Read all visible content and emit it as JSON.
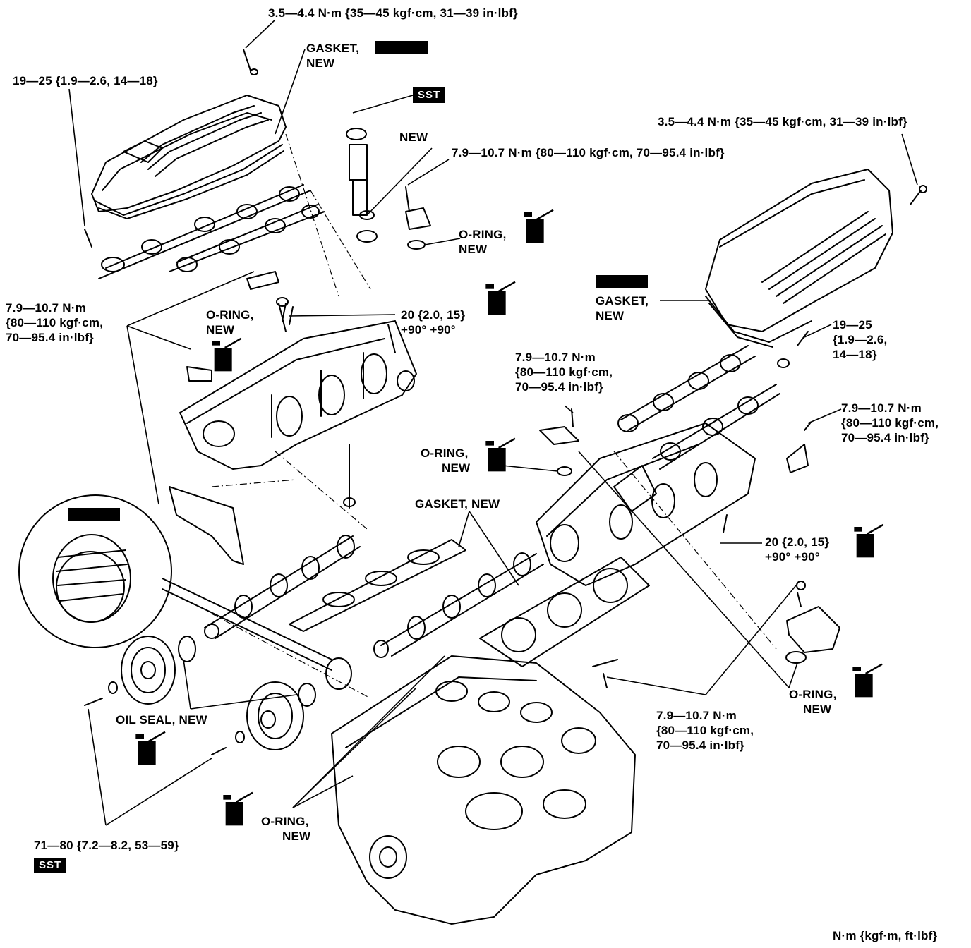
{
  "labels": {
    "top_torque": "3.5—4.4 N·m {35—45 kgf·cm, 31—39 in·lbf}",
    "gasket_top": [
      "GASKET,",
      "NEW"
    ],
    "left_bolt": "19—25 {1.9—2.6, 14—18}",
    "sst": "SST",
    "new_seal": "NEW",
    "mid_torque": "7.9—10.7 N·m {80—110 kgf·cm, 70—95.4 in·lbf}",
    "right_top_torque": "3.5—4.4 N·m {35—45 kgf·cm, 31—39 in·lbf}",
    "oring_top": [
      "O-RING,",
      "NEW"
    ],
    "left_torque": [
      "7.9—10.7 N·m",
      "{80—110 kgf·cm,",
      "70—95.4 in·lbf}"
    ],
    "oring_left": [
      "O-RING,",
      "NEW"
    ],
    "head_bolt": [
      "20 {2.0, 15}",
      "+90°  +90°"
    ],
    "gasket_right": [
      "GASKET,",
      "NEW"
    ],
    "right_bolt": [
      "19—25",
      "{1.9—2.6,",
      "14—18}"
    ],
    "center_torque": [
      "7.9—10.7 N·m",
      "{80—110 kgf·cm,",
      "70—95.4 in·lbf}"
    ],
    "right_torque": [
      "7.9—10.7 N·m",
      "{80—110 kgf·cm,",
      "70—95.4 in·lbf}"
    ],
    "oring_center": [
      "O-RING,",
      "NEW"
    ],
    "gasket_head": "GASKET, NEW",
    "head_bolt_right": [
      "20 {2.0, 15}",
      "+90°  +90°"
    ],
    "oil_seal": "OIL SEAL, NEW",
    "lower_torque": [
      "7.9—10.7 N·m",
      "{80—110 kgf·cm,",
      "70—95.4 in·lbf}"
    ],
    "oring_right": [
      "O-RING,",
      "NEW"
    ],
    "oring_bottom": [
      "O-RING,",
      "NEW"
    ],
    "pulley_torque": "71—80 {7.2—8.2, 53—59}",
    "sst_bottom": "SST",
    "units": "N·m {kgf·m, ft·lbf}"
  }
}
